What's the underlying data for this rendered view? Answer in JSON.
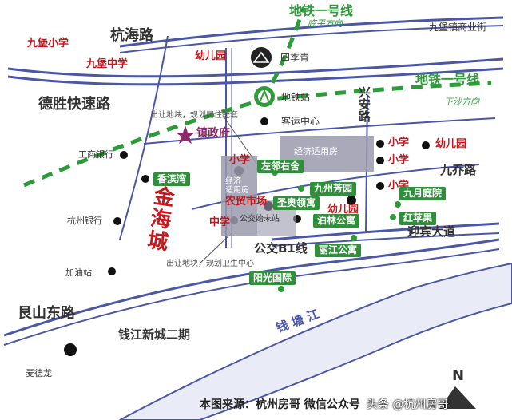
{
  "map": {
    "roads": {
      "hanghai": "杭海路",
      "desheng": "德胜快速路",
      "genshan": "艮山东路",
      "qianjiang": "钱江新城二期",
      "xingan": "兴安路",
      "jiuqiao": "九乔路",
      "yingbin": "迎宾大道",
      "bus_b1": "公交B1线",
      "qiantang": "钱 塘 江"
    },
    "metro": {
      "line1_top": "地铁一号线",
      "line1_top_dir": "临平方向",
      "line1_right": "地铁一号线",
      "line1_right_dir": "下沙方向",
      "station": "地铁站"
    },
    "pois": {
      "jiubao_biz": "九堡镇商业街",
      "siji": "四季青",
      "keyun": "客运中心",
      "gongshang": "工商银行",
      "hangzhou_bank": "杭州银行",
      "jiayou": "加油站",
      "maidelong": "麦德龙",
      "zhenzhengfu": "镇政府",
      "jingji": "经济适用房",
      "jingji_small": "经济\n适用房",
      "bus_start": "公交始末站"
    },
    "red_labels": {
      "jiubao_primary": "九堡小学",
      "jiubao_middle": "九堡中学",
      "kindergarten_1": "幼儿园",
      "primary_1": "小学",
      "middle_1": "中学",
      "market": "农贸市场",
      "kindergarten_2": "幼儿园",
      "primary_r1": "小学",
      "kindergarten_r": "幼儿园",
      "primary_r2": "小学",
      "primary_r3": "小学",
      "jinhai": "金海城"
    },
    "estates": {
      "xiangbinwan": "香滨湾",
      "zuolinyoushe": "左邻右舍",
      "shengaolingyu": "圣奥领寓",
      "jiuzhoufangyuan": "九州芳园",
      "bolingongyu": "泊林公寓",
      "jiuyuetingyuan": "九月庭院",
      "hongpingguo": "红苹果",
      "lilinggongyu": "丽江公寓",
      "yangguangguoji": "阳光国际"
    },
    "notes": {
      "land_1": "出让地块，规划居住配套",
      "land_2": "出让地块，规划卫生中心"
    },
    "north": "N",
    "credit": "本图来源：杭州房哥 微信公众号",
    "watermark": "头条 @杭州房哥"
  },
  "colors": {
    "road_blue": "#4a56a6",
    "metro_green": "#2e9a3a",
    "tag_green": "#2f8f3a",
    "school_red": "#c8161d",
    "grey_zone": "#9a9aad"
  }
}
